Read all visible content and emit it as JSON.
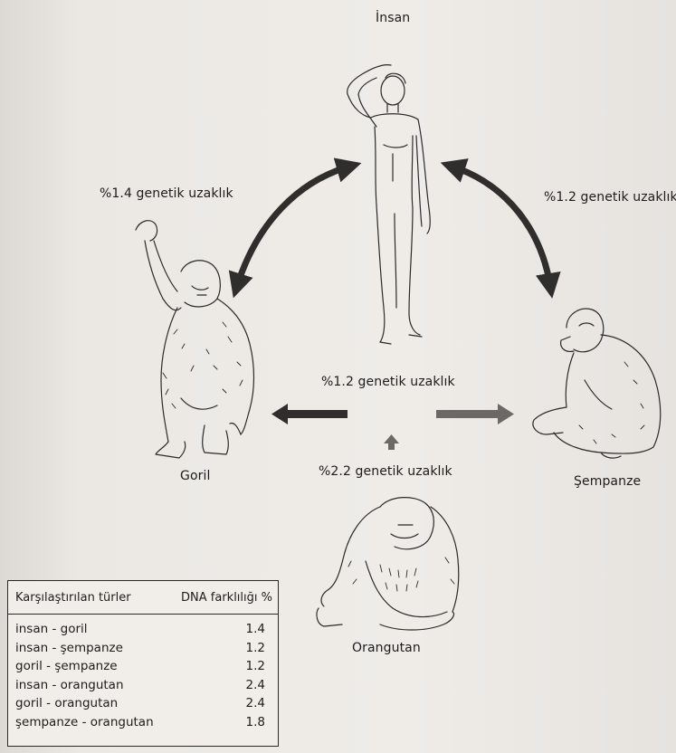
{
  "labels": {
    "insan": "İnsan",
    "goril": "Goril",
    "sempanze": "Şempanze",
    "orangutan": "Orangutan"
  },
  "distances": {
    "insan_goril": "%1.4 genetik uzaklık",
    "insan_sempanze": "%1.2 genetik uzaklık",
    "goril_sempanze": "%1.2 genetik uzaklık",
    "orangutan": "%2.2 genetik uzaklık"
  },
  "table": {
    "headers": [
      "Karşılaştırılan türler",
      "DNA farklılığı %"
    ],
    "rows": [
      {
        "pair": "insan - goril",
        "value": "1.4"
      },
      {
        "pair": "insan - şempanze",
        "value": "1.2"
      },
      {
        "pair": "goril - şempanze",
        "value": "1.2"
      },
      {
        "pair": "insan - orangutan",
        "value": "2.4"
      },
      {
        "pair": "goril - orangutan",
        "value": "2.4"
      },
      {
        "pair": "şempanze - orangutan",
        "value": "1.8"
      }
    ]
  },
  "colors": {
    "ink": "#1d1c1b",
    "paper": "#efece8"
  }
}
